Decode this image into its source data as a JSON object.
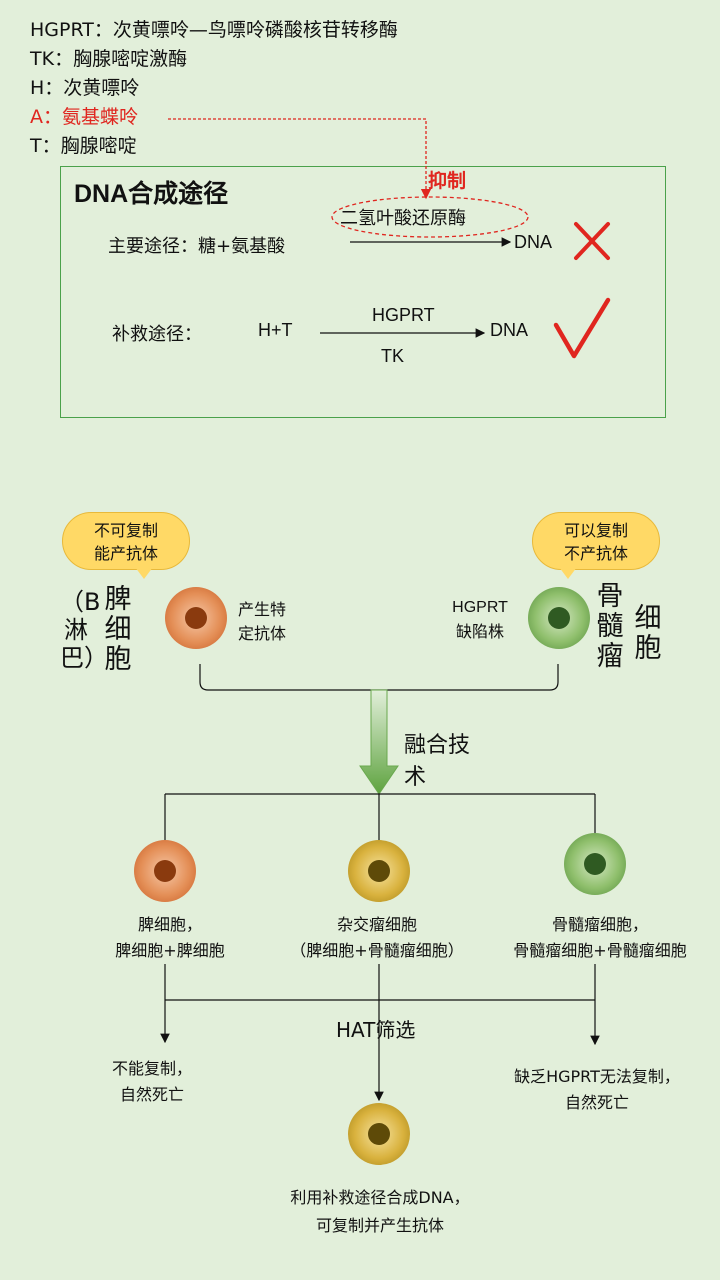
{
  "legend": {
    "hgprt": "HGPRT：次黄嘌呤—鸟嘌呤磷酸核苷转移酶",
    "tk": "TK：胸腺嘧啶激酶",
    "h": "H：次黄嘌呤",
    "a": "A：氨基蝶呤",
    "t": "T：胸腺嘧啶"
  },
  "dna_box": {
    "title": "DNA合成途径",
    "inhibit": "抑制",
    "enzyme": "二氢叶酸还原酶",
    "main_pathway": "主要途径：糖+氨基酸",
    "main_product": "DNA",
    "salvage_pathway": "补救途径：",
    "salvage_input": "H+T",
    "salvage_top": "HGPRT",
    "salvage_bottom": "TK",
    "salvage_product": "DNA"
  },
  "top_cells": {
    "left_bubble_line1": "不可复制",
    "left_bubble_line2": "能产抗体",
    "right_bubble_line1": "可以复制",
    "right_bubble_line2": "不产抗体",
    "spleen_label": "脾细胞",
    "spleen_paren": "（B淋巴）",
    "spleen_desc_line1": "产生特",
    "spleen_desc_line2": "定抗体",
    "myeloma_desc_line1": "HGPRT",
    "myeloma_desc_line2": "缺陷株",
    "myeloma_label_a": "骨髓瘤",
    "myeloma_label_b": "细胞"
  },
  "fusion": {
    "label_line1": "融合技",
    "label_line2": "术"
  },
  "fused": {
    "left_line1": "脾细胞，",
    "left_line2": "脾细胞+脾细胞",
    "mid_line1": "杂交瘤细胞",
    "mid_line2": "（脾细胞+骨髓瘤细胞）",
    "right_line1": "骨髓瘤细胞，",
    "right_line2": "骨髓瘤细胞+骨髓瘤细胞"
  },
  "screening": {
    "label": "HAT筛选",
    "left_line1": "不能复制，",
    "left_line2": "自然死亡",
    "right_line1": "缺乏HGPRT无法复制，",
    "right_line2": "自然死亡",
    "result_line1": "利用补救途径合成DNA，",
    "result_line2": "可复制并产生抗体"
  },
  "colors": {
    "background": "#e2efda",
    "box_border": "#4aa14a",
    "red": "#e0261f",
    "bubble": "#ffd966"
  }
}
